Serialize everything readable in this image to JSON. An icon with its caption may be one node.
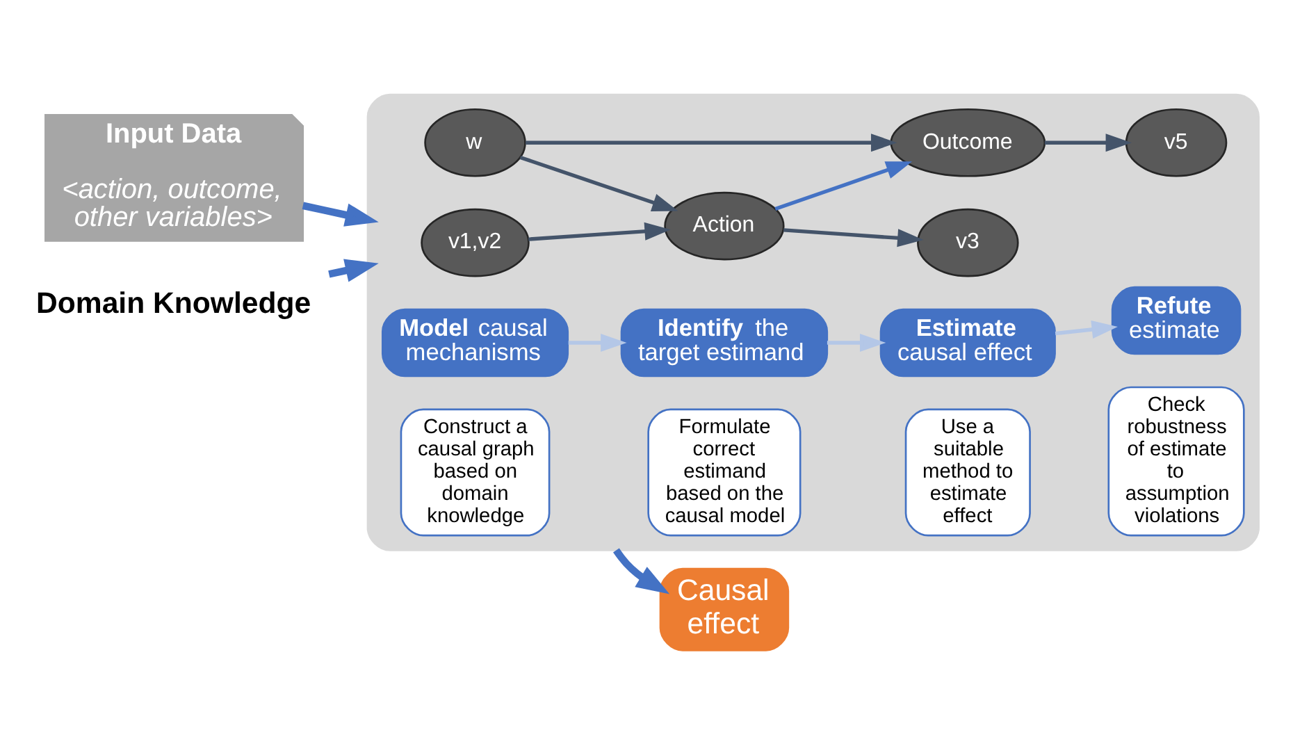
{
  "diagram": {
    "nodes": [
      {
        "text": [
          "Input Data",
          "<action, outcome, other variables>"
        ]
      },
      {
        "text": [
          "Domain Knowledge"
        ]
      },
      {
        "text": [],
        "shape": "box"
      },
      {
        "text": [
          "v1,v2"
        ],
        "in": 2
      },
      {
        "text": [
          "w"
        ],
        "in": 2
      },
      {
        "text": [
          "Action"
        ],
        "in": 2
      },
      {
        "text": [
          "Outcome"
        ],
        "in": 2
      },
      {
        "text": [
          "v3"
        ],
        "in": 2
      },
      {
        "text": [
          "v5"
        ],
        "in": 2
      },
      {
        "text": [
          "**Model** causal mechanisms"
        ],
        "in": 2
      },
      {
        "text": [
          "Construct a causal graph based on domain knowledge"
        ],
        "in": 2
      },
      {
        "text": [
          "**Identify** the target estimand"
        ],
        "in": 2
      },
      {
        "text": [
          "Formulate correct estimand based on the causal model"
        ],
        "in": 2
      },
      {
        "text": [
          "**Estimate** causal effect"
        ],
        "in": 2
      },
      {
        "text": [
          "Use a suitable method to estimate effect"
        ],
        "in": 2
      },
      {
        "text": [
          "**Refute** estimate"
        ],
        "in": 2
      },
      {
        "text": [
          "Check robustness of estimate to assumption violations"
        ],
        "in": 2
      },
      {
        "text": [
          "Causal effect"
        ]
      }
    ],
    "edges": [
      {
        "from": 0,
        "to": 2,
        "arrow": "to",
        "style": "thick"
      },
      {
        "from": 1,
        "to": 2,
        "arrow": "to",
        "style": "thick"
      },
      {
        "from": 3,
        "to": 5,
        "arrow": "to",
        "color": "#44546a"
      },
      {
        "from": 4,
        "to": 5,
        "arrow": "to",
        "color": "#44546a"
      },
      {
        "from": 4,
        "to": 6,
        "arrow": "to",
        "color": "#44546a"
      },
      {
        "from": 5,
        "to": 6,
        "arrow": "to"
      },
      {
        "from": 5,
        "to": 7,
        "arrow": "to",
        "color": "#44546a"
      },
      {
        "from": 6,
        "to": 8,
        "arrow": "to",
        "color": "#44546a"
      },
      {
        "from": 9,
        "to": 11,
        "arrow": "to",
        "color": "#b4c7e7"
      },
      {
        "from": 11,
        "to": 13,
        "arrow": "to",
        "color": "#b4c7e7"
      },
      {
        "from": 13,
        "to": 15,
        "arrow": "to",
        "color": "#b4c7e7"
      },
      {
        "from": 2,
        "to": 17,
        "arrow": "to",
        "style": "thick"
      }
    ]
  }
}
